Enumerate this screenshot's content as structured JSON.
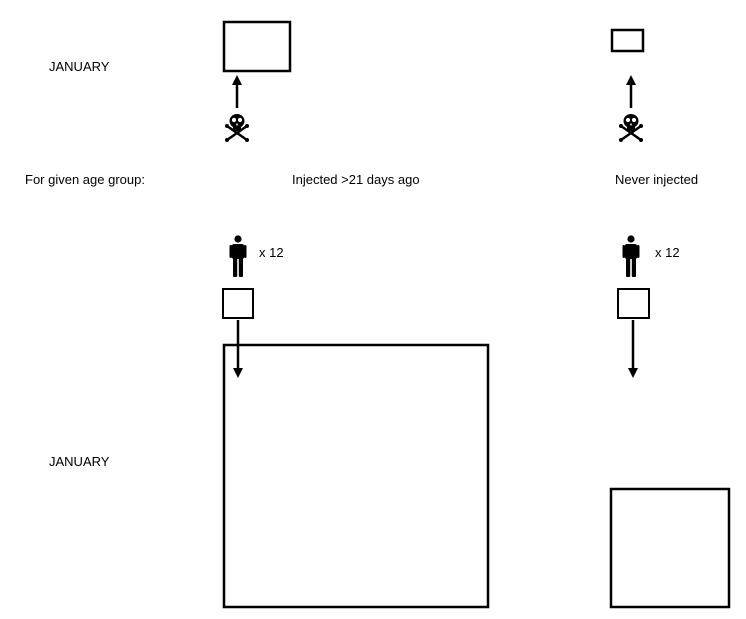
{
  "labels": {
    "month_top": "JANUARY",
    "month_bottom": "JANUARY",
    "group_label": "For given age group:",
    "column_injected": "Injected >21 days ago",
    "column_never": "Never injected",
    "multiplier_injected": "x 12",
    "multiplier_never": "x 12"
  },
  "icons": {
    "death": "skull-and-crossbones-icon",
    "person": "person-icon"
  },
  "colors": {
    "stroke": "#000000",
    "background": "#ffffff"
  }
}
